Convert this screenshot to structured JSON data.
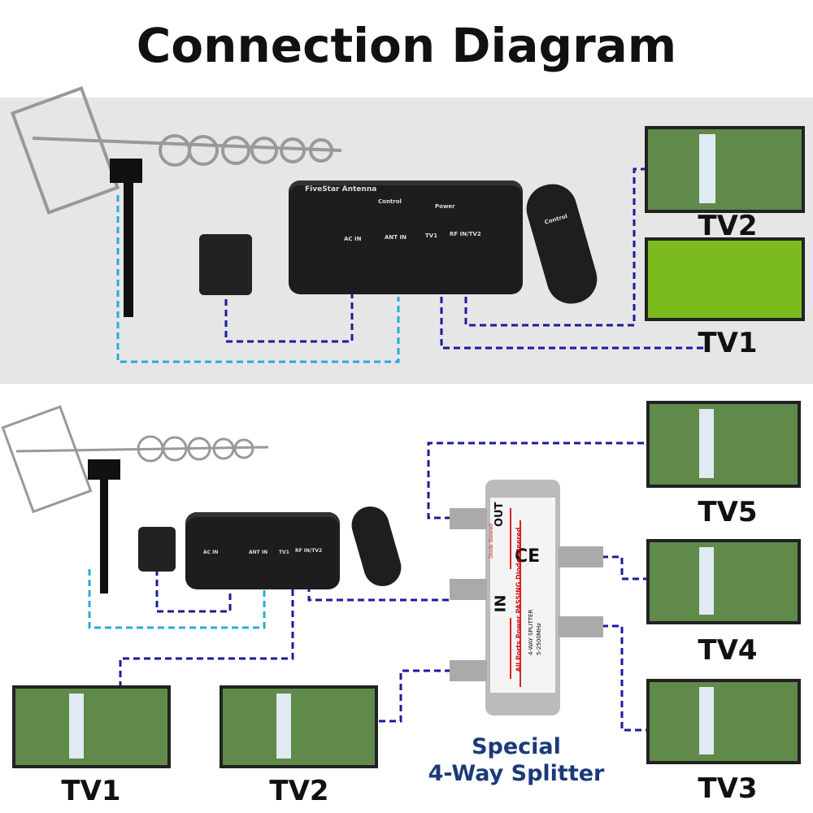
{
  "title": "Connection Diagram",
  "top": {
    "tv_labels": [
      "TV2",
      "TV1"
    ]
  },
  "bottom": {
    "tv_labels": [
      "TV5",
      "TV4",
      "TV3",
      "TV1",
      "TV2"
    ]
  },
  "device": {
    "brand": "FiveStar Antenna",
    "control": "Control",
    "power": "Power",
    "ports": [
      "AC IN",
      "ANT IN",
      "TV1",
      "RF IN/TV2"
    ]
  },
  "remote_label": "Control",
  "splitter": {
    "in": "IN",
    "out": "OUT",
    "model": "4-WAY SPLITTER",
    "freq": "5-2500MHz",
    "passing": "All Ports Power PASSING Diode Steered",
    "diode": "Diode Steered",
    "ce": "CE"
  },
  "splitter_caption": [
    "Special",
    "4-Way Splitter"
  ],
  "colors": {
    "light_cable": "#29a9e1",
    "dark_cable": "#1b1b9c",
    "band": "#e6e6e6"
  }
}
